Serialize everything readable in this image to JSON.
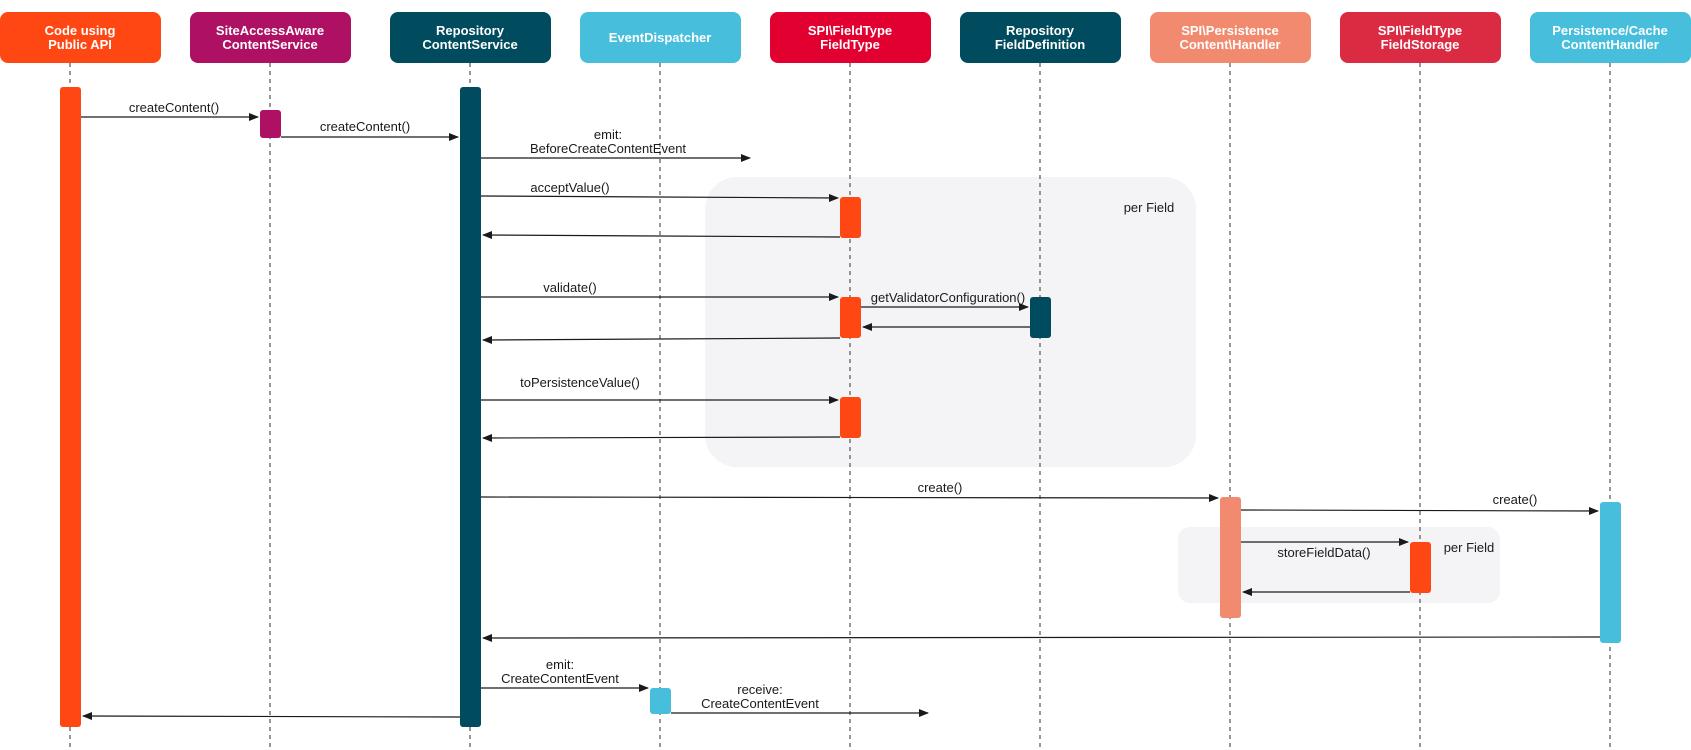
{
  "participants": [
    {
      "id": "code",
      "line1": "Code using",
      "line2": "Public API",
      "color": "#FF4713"
    },
    {
      "id": "siteaccess",
      "line1": "SiteAccessAware",
      "line2": "ContentService",
      "color": "#AE1164"
    },
    {
      "id": "repo",
      "line1": "Repository",
      "line2": "ContentService",
      "color": "#004B5E"
    },
    {
      "id": "dispatcher",
      "line1": "EventDispatcher",
      "line2": "",
      "color": "#47BEDB"
    },
    {
      "id": "fieldtype",
      "line1": "SPI\\FieldType",
      "line2": "FieldType",
      "color": "#E20031"
    },
    {
      "id": "fielddef",
      "line1": "Repository",
      "line2": "FieldDefinition",
      "color": "#004B5E"
    },
    {
      "id": "persistence",
      "line1": "SPI\\Persistence",
      "line2": "Content\\Handler",
      "color": "#F18A6E"
    },
    {
      "id": "fieldstorage",
      "line1": "SPI\\FieldType",
      "line2": "FieldStorage",
      "color": "#DB2B43"
    },
    {
      "id": "cache",
      "line1": "Persistence/Cache",
      "line2": "ContentHandler",
      "color": "#47BEDB"
    }
  ],
  "regions": [
    {
      "id": "per-field-1",
      "label": "per Field"
    },
    {
      "id": "per-field-2",
      "label": "per Field"
    }
  ],
  "messages": [
    {
      "id": "m1",
      "line1": "createContent()",
      "line2": ""
    },
    {
      "id": "m2",
      "line1": "createContent()",
      "line2": ""
    },
    {
      "id": "m3",
      "line1": "emit:",
      "line2": "BeforeCreateContentEvent"
    },
    {
      "id": "m4",
      "line1": "acceptValue()",
      "line2": ""
    },
    {
      "id": "m5",
      "line1": "",
      "line2": ""
    },
    {
      "id": "m6",
      "line1": "validate()",
      "line2": ""
    },
    {
      "id": "m7",
      "line1": "getValidatorConfiguration()",
      "line2": ""
    },
    {
      "id": "m8",
      "line1": "",
      "line2": ""
    },
    {
      "id": "m9",
      "line1": "",
      "line2": ""
    },
    {
      "id": "m10",
      "line1": "toPersistenceValue()",
      "line2": ""
    },
    {
      "id": "m11",
      "line1": "",
      "line2": ""
    },
    {
      "id": "m12",
      "line1": "create()",
      "line2": ""
    },
    {
      "id": "m13",
      "line1": "create()",
      "line2": ""
    },
    {
      "id": "m14",
      "line1": "storeFieldData()",
      "line2": ""
    },
    {
      "id": "m15",
      "line1": "",
      "line2": ""
    },
    {
      "id": "m16",
      "line1": "",
      "line2": ""
    },
    {
      "id": "m17",
      "line1": "emit:",
      "line2": "CreateContentEvent"
    },
    {
      "id": "m18",
      "line1": "receive:",
      "line2": "CreateContentEvent"
    },
    {
      "id": "m19",
      "line1": "",
      "line2": ""
    }
  ],
  "colors": {
    "background": "#ffffff",
    "region_fill": "#F4F4F6",
    "lifeline": "#333333",
    "arrow": "#1a1a1a",
    "header_text": "#ffffff",
    "activation_fieldtype": "#FF4713",
    "activation_fieldstorage": "#FF4713"
  }
}
